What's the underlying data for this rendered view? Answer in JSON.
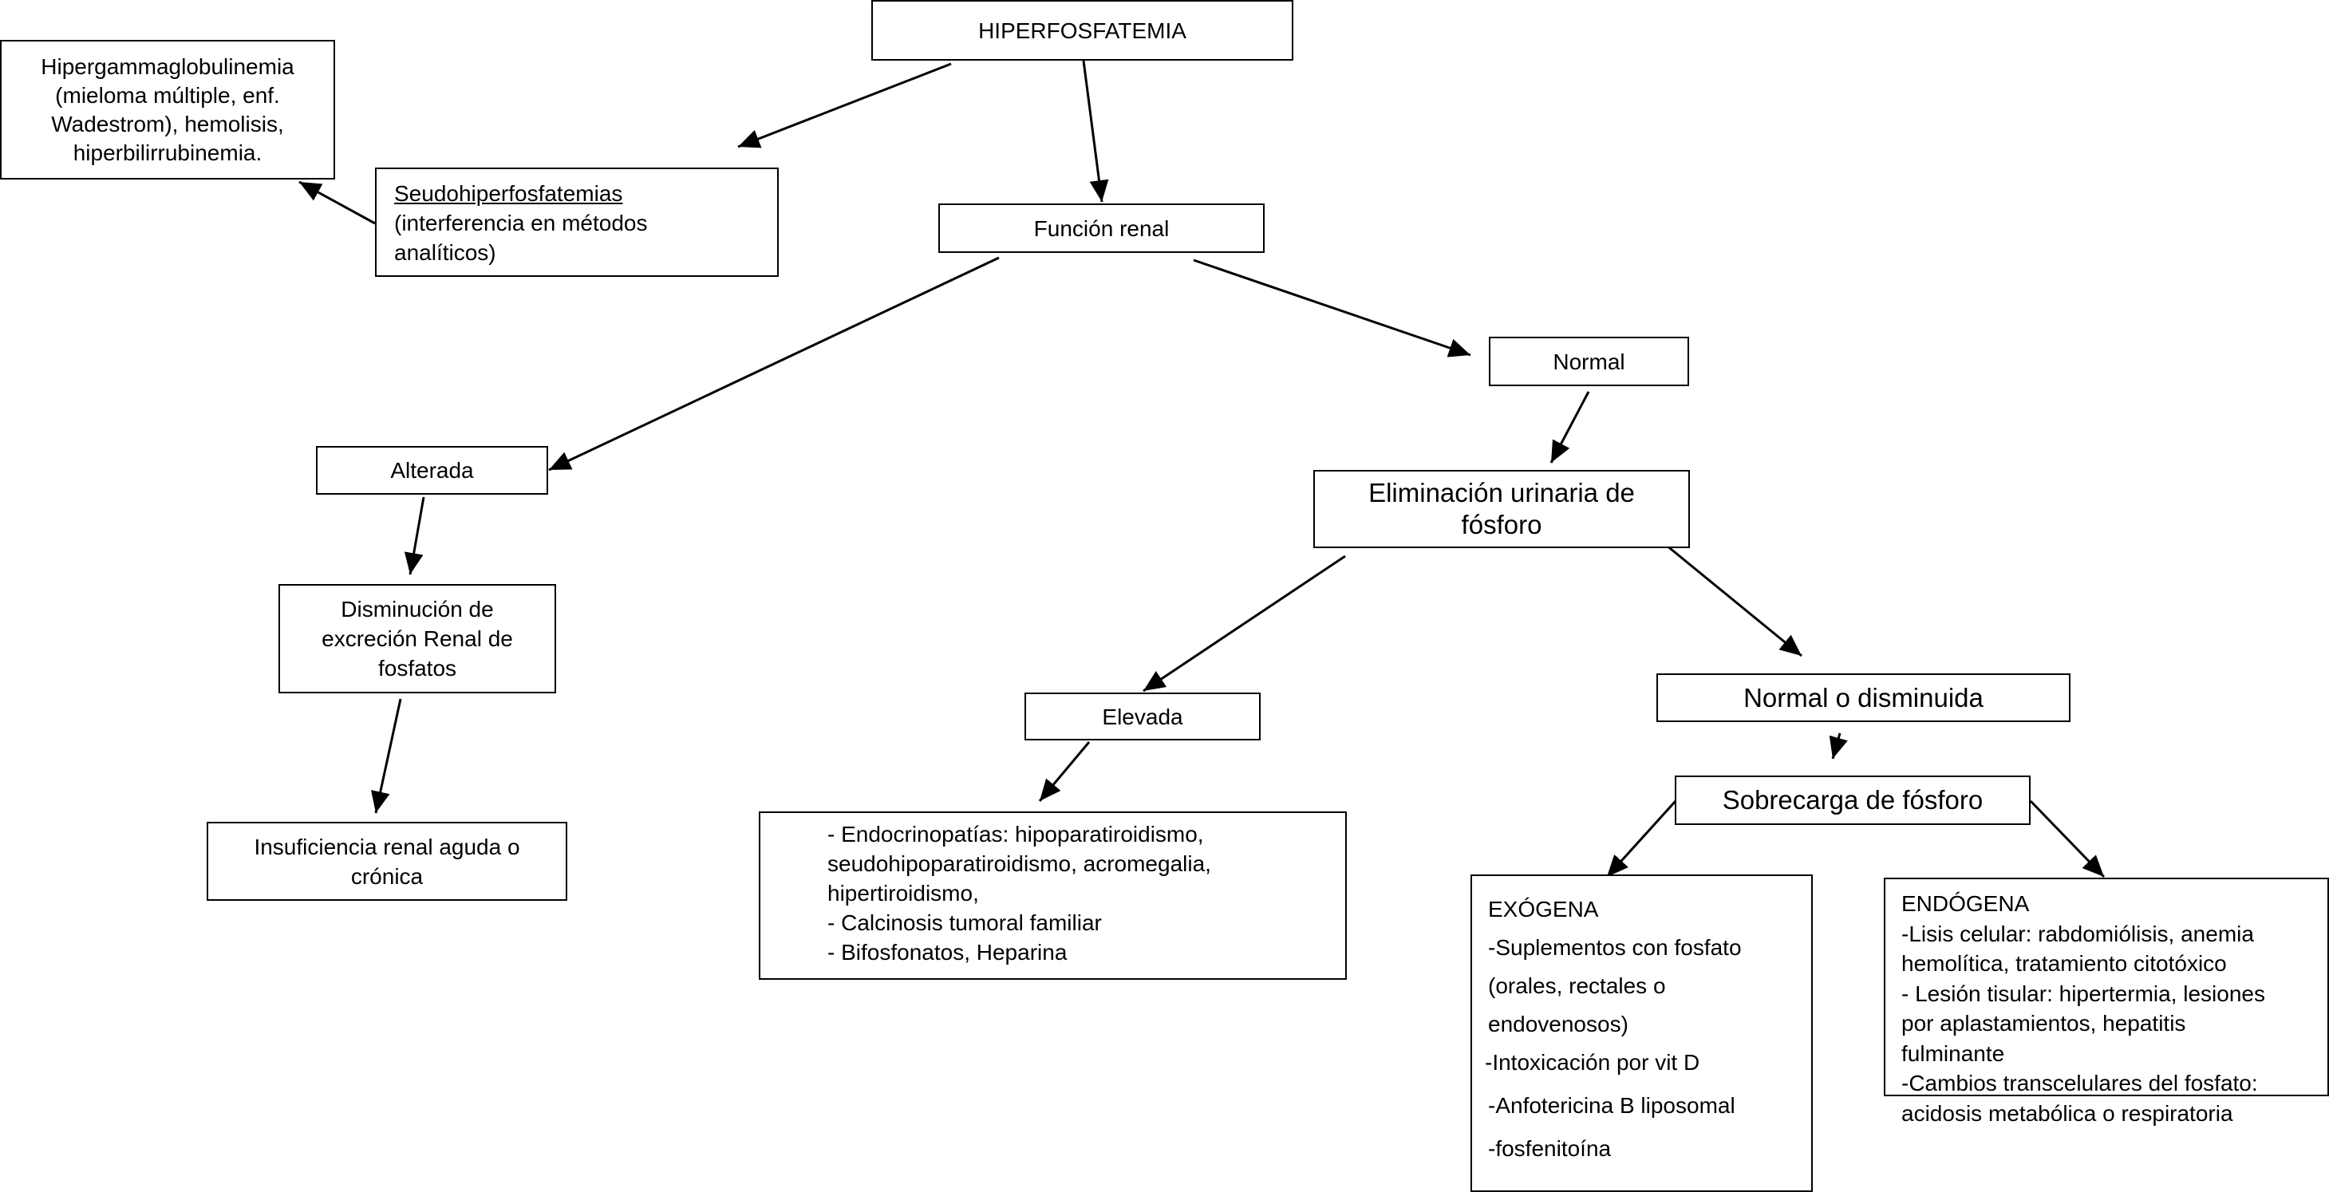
{
  "diagram": {
    "root": {
      "label": "HIPERFOSFATEMIA"
    },
    "hipergamma": {
      "lines": [
        "Hipergammaglobulinemia",
        "(mieloma múltiple, enf.",
        "Wadestrom), hemolisis,",
        "hiperbilirrubinemia."
      ]
    },
    "seudo": {
      "title": "Seudohiperfosfatemias",
      "lines": [
        "(interferencia en métodos",
        "analíticos)"
      ]
    },
    "funcion_renal": {
      "label": "Función renal"
    },
    "normal": {
      "label": "Normal"
    },
    "alterada": {
      "label": "Alterada"
    },
    "eliminacion": {
      "lines": [
        "Eliminación urinaria de",
        "fósforo"
      ]
    },
    "disminucion": {
      "lines": [
        "Disminución de",
        "excreción Renal de",
        "fosfatos"
      ]
    },
    "elevada": {
      "label": "Elevada"
    },
    "normal_dism": {
      "label": "Normal o disminuida"
    },
    "sobrecarga": {
      "label": "Sobrecarga de fósforo"
    },
    "insuficiencia": {
      "lines": [
        "Insuficiencia renal aguda o",
        "crónica"
      ]
    },
    "endocrino": {
      "lines": [
        "- Endocrinopatías: hipoparatiroidismo,",
        "seudohipoparatiroidismo, acromegalia,",
        "hipertiroidismo,",
        "- Calcinosis tumoral familiar",
        "- Bifosfonatos, Heparina"
      ]
    },
    "exogena": {
      "lines": [
        "EXÓGENA",
        "-Suplementos con fosfato",
        "(orales, rectales o",
        "endovenosos)",
        "-Intoxicación por vit D",
        "-Anfotericina B liposomal",
        "-fosfenitoína"
      ]
    },
    "endogena": {
      "lines": [
        "ENDÓGENA",
        "-Lisis celular: rabdomiólisis, anemia",
        "hemolítica, tratamiento citotóxico",
        "- Lesión tisular: hipertermia, lesiones",
        "por aplastamientos, hepatitis",
        "fulminante",
        "-Cambios transcelulares del fosfato:",
        "acidosis metabólica o respiratoria"
      ]
    }
  }
}
